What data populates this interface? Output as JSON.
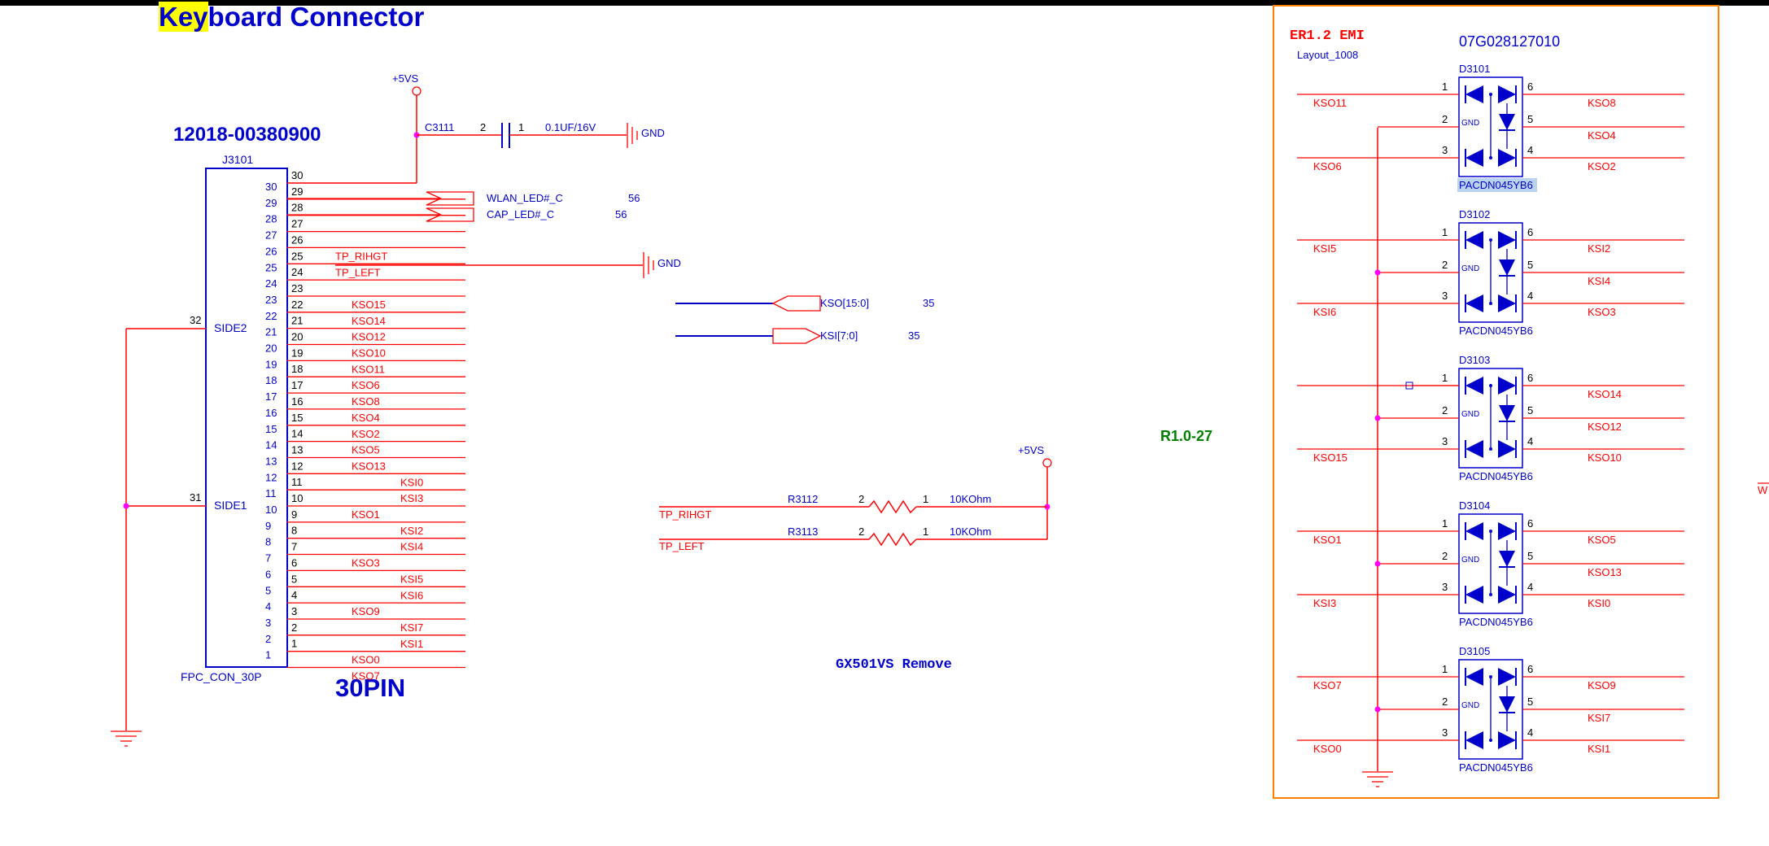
{
  "title": {
    "highlight": "Key",
    "rest": "board Connector"
  },
  "connector": {
    "part_number": "12018-00380900",
    "ref": "J3101",
    "footprint": "FPC_CON_30P",
    "pin_count_label": "30PIN",
    "side2_label": "SIDE2",
    "side1_label": "SIDE1",
    "side2_pin": "32",
    "side1_pin": "31",
    "pins": [
      {
        "n": "30",
        "net": ""
      },
      {
        "n": "29",
        "net": ""
      },
      {
        "n": "28",
        "net": ""
      },
      {
        "n": "27",
        "net": ""
      },
      {
        "n": "26",
        "net": "TP_RIHGT"
      },
      {
        "n": "25",
        "net": "TP_LEFT"
      },
      {
        "n": "24",
        "net": ""
      },
      {
        "n": "23",
        "net": "KSO15"
      },
      {
        "n": "22",
        "net": "KSO14"
      },
      {
        "n": "21",
        "net": "KSO12"
      },
      {
        "n": "20",
        "net": "KSO10"
      },
      {
        "n": "19",
        "net": "KSO11"
      },
      {
        "n": "18",
        "net": "KSO6"
      },
      {
        "n": "17",
        "net": "KSO8"
      },
      {
        "n": "16",
        "net": "KSO4"
      },
      {
        "n": "15",
        "net": "KSO2"
      },
      {
        "n": "14",
        "net": "KSO5"
      },
      {
        "n": "13",
        "net": "KSO13"
      },
      {
        "n": "12",
        "net": "KSI0"
      },
      {
        "n": "11",
        "net": "KSI3"
      },
      {
        "n": "10",
        "net": "KSO1"
      },
      {
        "n": "9",
        "net": "KSI2"
      },
      {
        "n": "8",
        "net": "KSI4"
      },
      {
        "n": "7",
        "net": "KSO3"
      },
      {
        "n": "6",
        "net": "KSI5"
      },
      {
        "n": "5",
        "net": "KSI6"
      },
      {
        "n": "4",
        "net": "KSO9"
      },
      {
        "n": "3",
        "net": "KSI7"
      },
      {
        "n": "2",
        "net": "KSI1"
      },
      {
        "n": "1",
        "net": "KSO0"
      },
      {
        "n": "",
        "net": "KSO7"
      }
    ]
  },
  "power": {
    "label": "+5VS",
    "gnd": "GND"
  },
  "capacitor": {
    "ref": "C3111",
    "pin2": "2",
    "pin1": "1",
    "value": "0.1UF/16V"
  },
  "offpage": [
    {
      "name": "WLAN_LED#_C",
      "page": "56"
    },
    {
      "name": "CAP_LED#_C",
      "page": "56"
    },
    {
      "name": "KSO[15:0]",
      "page": "35"
    },
    {
      "name": "KSI[7:0]",
      "page": "35"
    }
  ],
  "resistors": [
    {
      "ref": "R3112",
      "net": "TP_RIHGT",
      "pin2": "2",
      "pin1": "1",
      "value": "10KOhm"
    },
    {
      "ref": "R3113",
      "net": "TP_LEFT",
      "pin2": "2",
      "pin1": "1",
      "value": "10KOhm"
    }
  ],
  "notes": {
    "remove": "GX501VS Remove",
    "revision": "R1.0-27"
  },
  "emi": {
    "title": "ER1.2 EMI",
    "layout": "Layout_1008",
    "part_number": "07G028127010",
    "devices": [
      {
        "ref": "D3101",
        "value": "PACDN045YB6",
        "highlighted": true,
        "left": [
          "KSO11",
          "",
          "KSO6"
        ],
        "right": [
          "KSO8",
          "KSO4",
          "KSO2"
        ]
      },
      {
        "ref": "D3102",
        "value": "PACDN045YB6",
        "highlighted": false,
        "left": [
          "KSI5",
          "",
          "KSI6"
        ],
        "right": [
          "KSI2",
          "KSI4",
          "KSO3"
        ]
      },
      {
        "ref": "D3103",
        "value": "PACDN045YB6",
        "highlighted": false,
        "left": [
          "",
          "",
          "KSO15"
        ],
        "right": [
          "KSO14",
          "KSO12",
          "KSO10"
        ]
      },
      {
        "ref": "D3104",
        "value": "PACDN045YB6",
        "highlighted": false,
        "left": [
          "KSO1",
          "",
          "KSI3"
        ],
        "right": [
          "KSO5",
          "KSO13",
          "KSI0"
        ]
      },
      {
        "ref": "D3105",
        "value": "PACDN045YB6",
        "highlighted": false,
        "left": [
          "KSO7",
          "",
          "KSO0"
        ],
        "right": [
          "KSO9",
          "KSI7",
          "KSI1"
        ]
      }
    ],
    "pins_left": [
      "1",
      "2",
      "3"
    ],
    "pins_right": [
      "6",
      "5",
      "4"
    ],
    "gnd_label": "GND"
  },
  "edge_fragment": "W",
  "colors": {
    "wire": "#ff0000",
    "component": "#0000cc",
    "net_label": "#ff0000",
    "junction": "#ff00ff",
    "box": "#ff8000",
    "revision": "#008000",
    "highlight": "#ffff00"
  }
}
